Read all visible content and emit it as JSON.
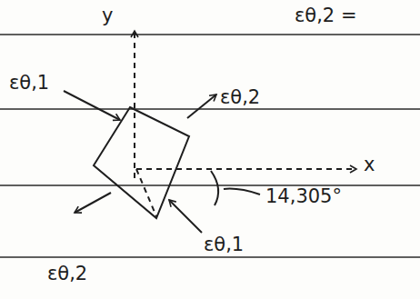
{
  "diagram": {
    "labels": [
      "εθ,2 =",
      "y",
      "εθ,1",
      "εθ,2",
      "x",
      "14,305°",
      "εθ,1",
      "εθ,2"
    ]
  }
}
